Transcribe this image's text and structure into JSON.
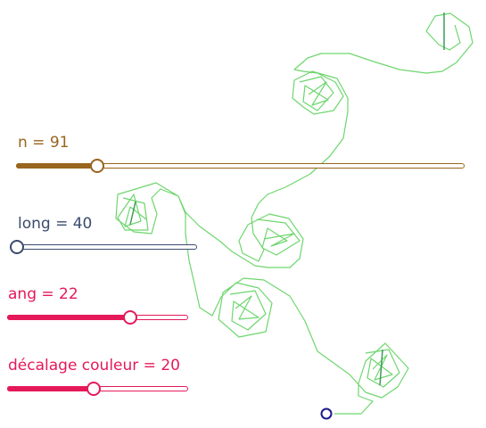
{
  "colors": {
    "n": "#98641e",
    "long": "#3b4b6e",
    "ang": "#e5195a",
    "decalage": "#e5195a",
    "curve": "#6ed66e",
    "curve_dark": "#3c9c5a",
    "start_marker": "#1a1a8c"
  },
  "sliders": {
    "n": {
      "label": "n = 91",
      "fraction": 0.18
    },
    "long": {
      "label": "long = 40",
      "fraction": 0.0
    },
    "ang": {
      "label": "ang = 22",
      "fraction": 0.68
    },
    "decalage": {
      "label": "décalage couleur = 20",
      "fraction": 0.48
    }
  }
}
